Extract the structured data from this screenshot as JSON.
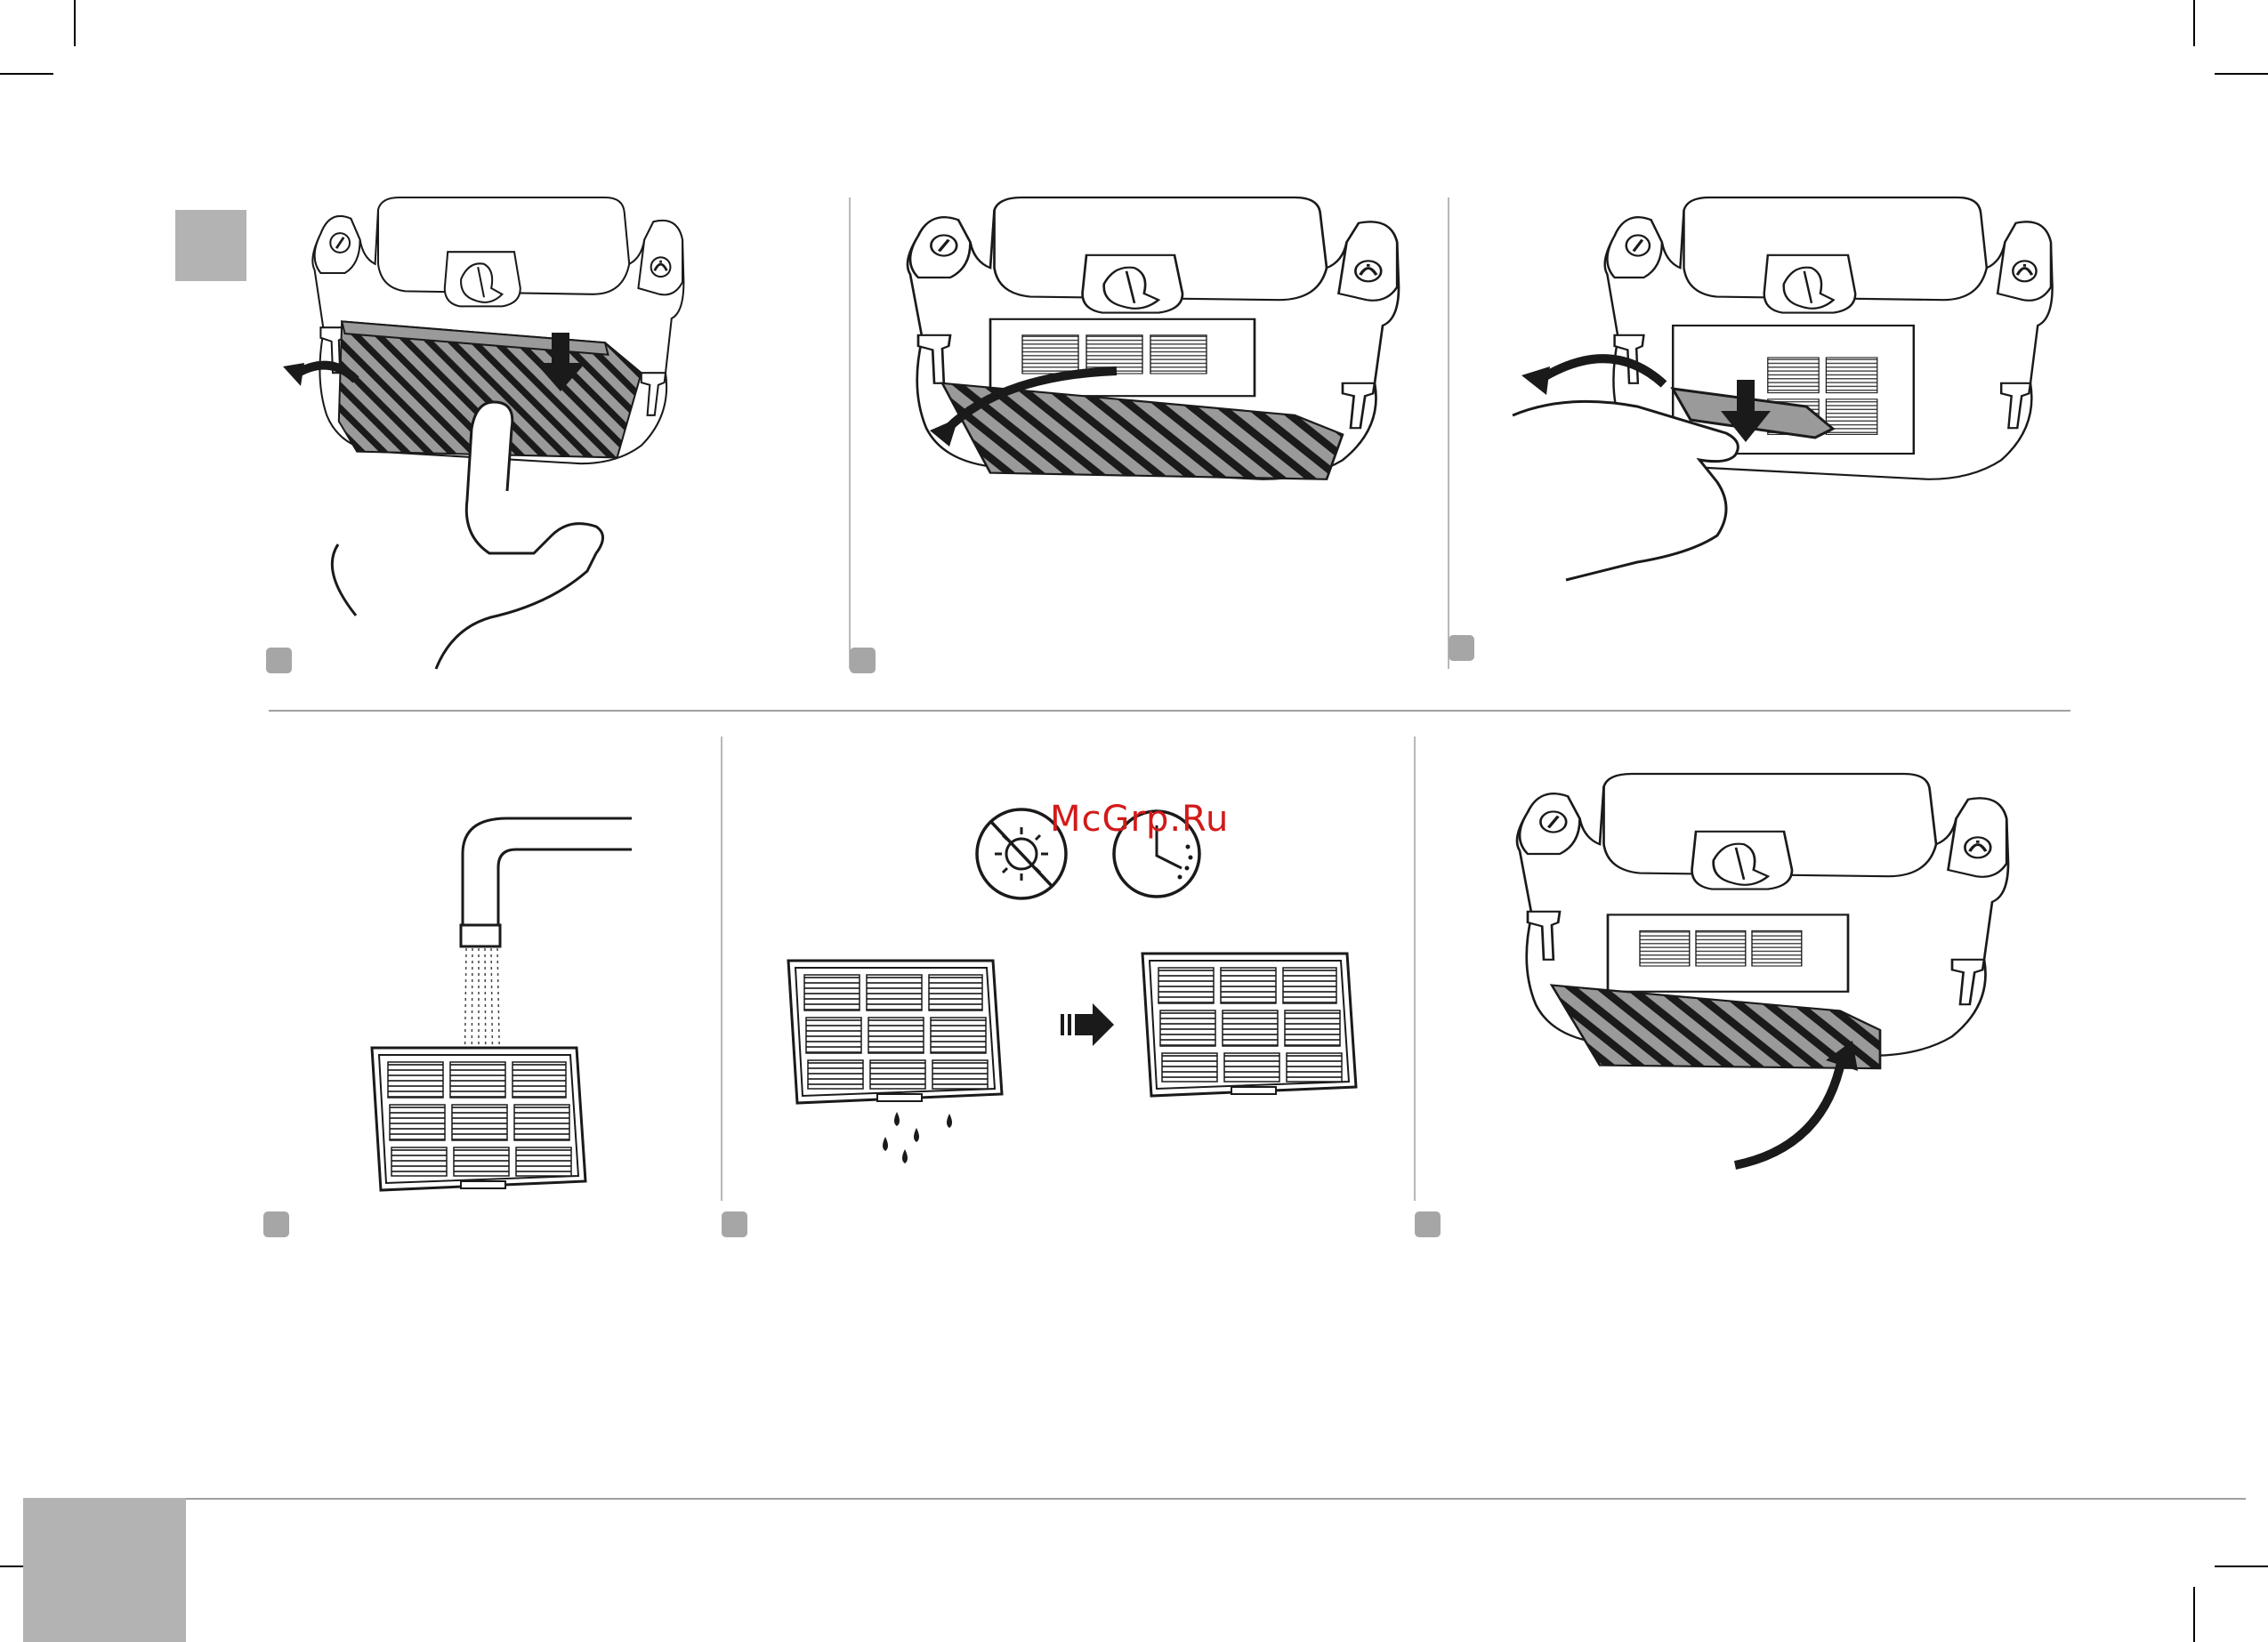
{
  "watermark": {
    "text": "McGrp.Ru",
    "color": "#d21a1a"
  },
  "colors": {
    "panel_gray": "#b3b3b3",
    "badge_gray": "#a6a6a6",
    "filter_gray": "#9a9a9a",
    "arrow": "#1a1a1a"
  },
  "panels": [
    {
      "id": "step-1",
      "scene": "push-tab-down-pull-cover",
      "icons": [
        "down-arrow-icon",
        "curved-arrow-icon",
        "hand-icon"
      ]
    },
    {
      "id": "step-2",
      "scene": "cover-swings-open",
      "icons": [
        "curved-arrow-icon"
      ]
    },
    {
      "id": "step-3",
      "scene": "lift-filter-out",
      "icons": [
        "down-arrow-icon",
        "curved-arrow-icon",
        "hand-icon"
      ]
    },
    {
      "id": "step-4",
      "scene": "rinse-filter-under-tap",
      "icons": [
        "tap-icon",
        "water-stream-icon"
      ]
    },
    {
      "id": "step-5",
      "scene": "dry-filter-no-sun-wait",
      "icons": [
        "no-sun-icon",
        "clock-icon",
        "right-arrow-icon",
        "water-drops-icon"
      ]
    },
    {
      "id": "step-6",
      "scene": "refit-cover",
      "icons": [
        "curved-arrow-icon"
      ]
    }
  ]
}
